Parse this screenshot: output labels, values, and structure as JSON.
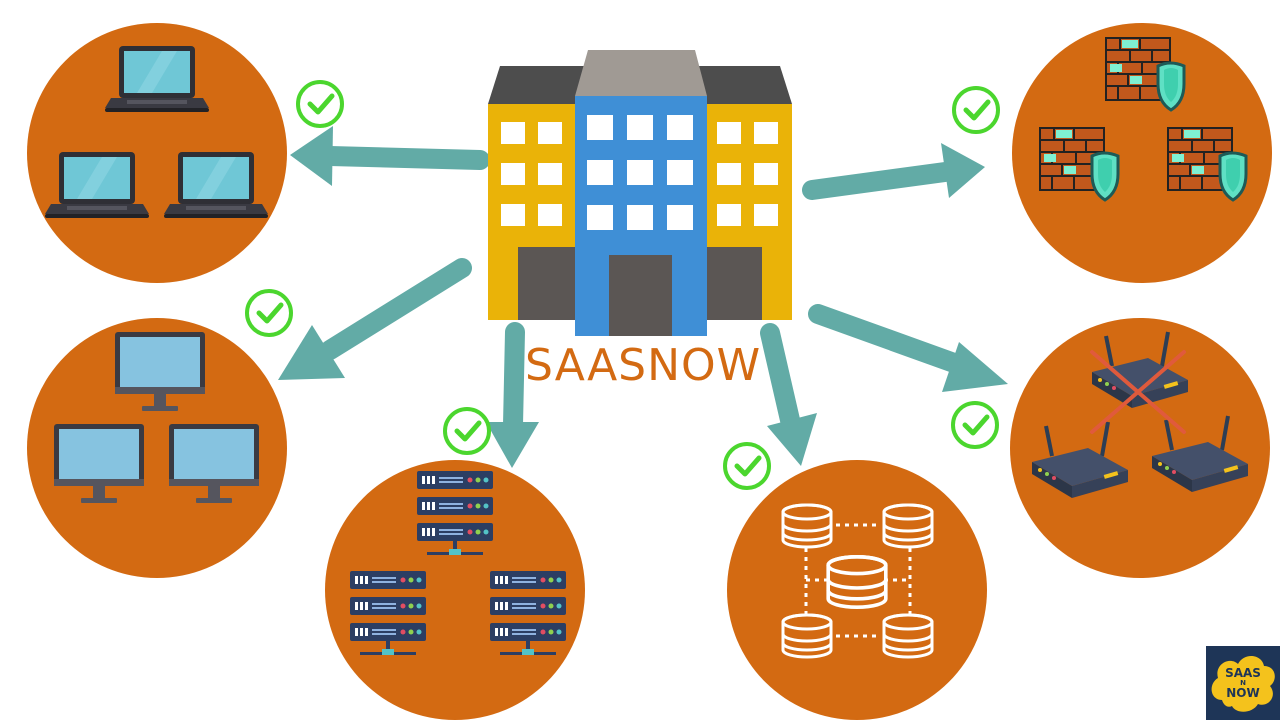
{
  "brand": {
    "name": "SAASNOW"
  },
  "logo": {
    "line1": "SAAS",
    "line2": "N",
    "line3": "NOW"
  },
  "colors": {
    "circle": "#d36a12",
    "arrow": "#62aba6",
    "check": "#4bd62e",
    "building_yellow": "#eab308",
    "building_blue": "#3f8fd6",
    "building_roof": "#4d4d4d",
    "logo_bg": "#1e3557",
    "logo_blob": "#f4c21c"
  },
  "nodes": [
    {
      "id": "laptops",
      "icon": "laptop-icon",
      "count": 3,
      "status": "ok"
    },
    {
      "id": "desktops",
      "icon": "monitor-icon",
      "count": 3,
      "status": "ok"
    },
    {
      "id": "servers",
      "icon": "server-rack-icon",
      "count": 3,
      "status": "ok"
    },
    {
      "id": "databases",
      "icon": "database-icon",
      "count": 5,
      "status": "ok"
    },
    {
      "id": "routers",
      "icon": "router-icon",
      "count": 3,
      "status": "ok",
      "failed_count": 1
    },
    {
      "id": "firewalls",
      "icon": "firewall-icon",
      "count": 3,
      "status": "ok"
    }
  ]
}
